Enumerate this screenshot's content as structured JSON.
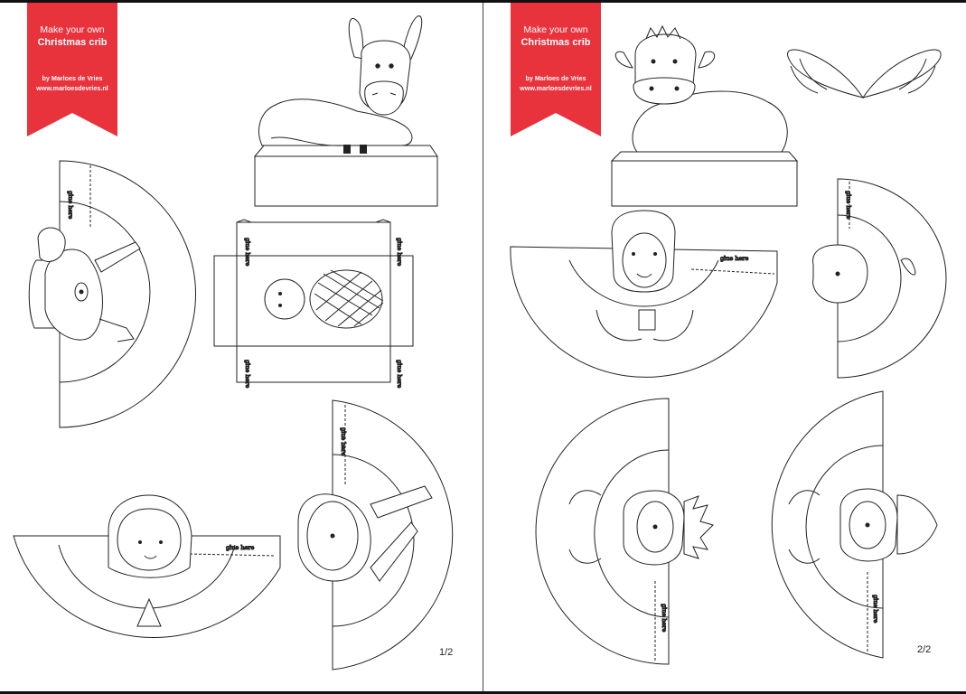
{
  "ribbon": {
    "line1": "Make your own",
    "line2": "Christmas crib",
    "line3": "by Marloes de Vries",
    "line4": "www.marloesdevries.nl",
    "color": "#e8323c"
  },
  "glue_label": "glue here",
  "pages": [
    {
      "page_number": "1/2"
    },
    {
      "page_number": "2/2"
    }
  ]
}
